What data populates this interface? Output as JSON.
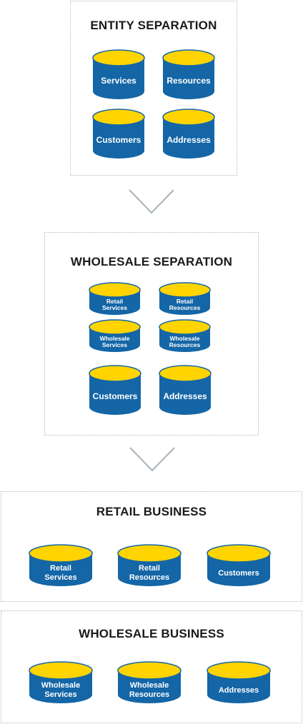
{
  "colors": {
    "cylinder_body": "#1466a6",
    "cylinder_top": "#ffd400",
    "chevron": "#a9b3b9",
    "border": "#b8b8b8"
  },
  "entity_separation": {
    "title": "ENTITY SEPARATION",
    "items": [
      "Services",
      "Resources",
      "Customers",
      "Addresses"
    ]
  },
  "wholesale_separation": {
    "title": "WHOLESALE SEPARATION",
    "items": [
      [
        "Retail",
        "Services"
      ],
      [
        "Retail",
        "Resources"
      ],
      [
        "Wholesale",
        "Services"
      ],
      [
        "Wholesale",
        "Resources"
      ],
      [
        "Customers"
      ],
      [
        "Addresses"
      ]
    ]
  },
  "retail_business": {
    "title": "RETAIL BUSINESS",
    "items": [
      [
        "Retail",
        "Services"
      ],
      [
        "Retail",
        "Resources"
      ],
      [
        "Customers"
      ]
    ]
  },
  "wholesale_business": {
    "title": "WHOLESALE BUSINESS",
    "items": [
      [
        "Wholesale",
        "Services"
      ],
      [
        "Wholesale",
        "Resources"
      ],
      [
        "Addresses"
      ]
    ]
  },
  "icons": {
    "flow_arrow": "chevron-down-icon",
    "store": "database-cylinder-icon"
  }
}
